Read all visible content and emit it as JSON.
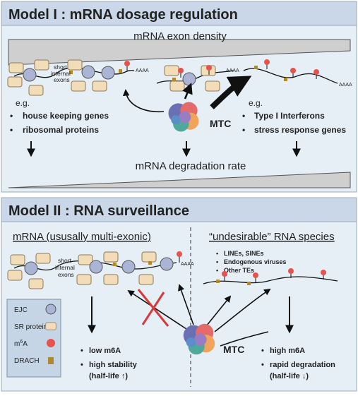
{
  "model1": {
    "title": "Model I : mRNA dosage regulation",
    "exon_density_label": "mRNA exon density",
    "degradation_label": "mRNA degradation rate",
    "exon_note_line1": "short",
    "exon_note_line2": "internal",
    "exon_note_line3": "exons",
    "polyA": "AAAA",
    "left_eg": "e.g.",
    "left_items": [
      "house keeping genes",
      "ribosomal proteins"
    ],
    "right_eg": "e.g.",
    "right_items": [
      "Type I Interferons",
      "stress response genes"
    ],
    "complex_label": "MTC"
  },
  "model2": {
    "title": "Model II : RNA surveillance",
    "left_header": "mRNA (ususally multi-exonic)",
    "right_header": "“undesirable” RNA species",
    "right_species": [
      "LINEs, SINEs",
      "Endogenous viruses",
      "Other TEs"
    ],
    "exon_note_line1": "short",
    "exon_note_line2": "internal",
    "exon_note_line3": "exons",
    "polyA": "AAAA",
    "legend": {
      "ejc": "EJC",
      "sr": "SR proteins",
      "m6a_base": "m",
      "m6a_sup": "6",
      "m6a_end": "A",
      "drach": "DRACH"
    },
    "left_outcome": [
      "low m6A",
      "high stability",
      "(half-life ↑)"
    ],
    "right_outcome": [
      "high m6A",
      "rapid degradation",
      "(half-life ↓)"
    ],
    "complex_label": "MTC"
  },
  "colors": {
    "title_bar": "#c9d7e8",
    "panel_bg": "#e6eef6",
    "ejc": "#aab4d4",
    "sr": "#f3ddb8",
    "m6a": "#e8524c",
    "drach": "#b08a2e",
    "cross": "#d63a3a"
  }
}
